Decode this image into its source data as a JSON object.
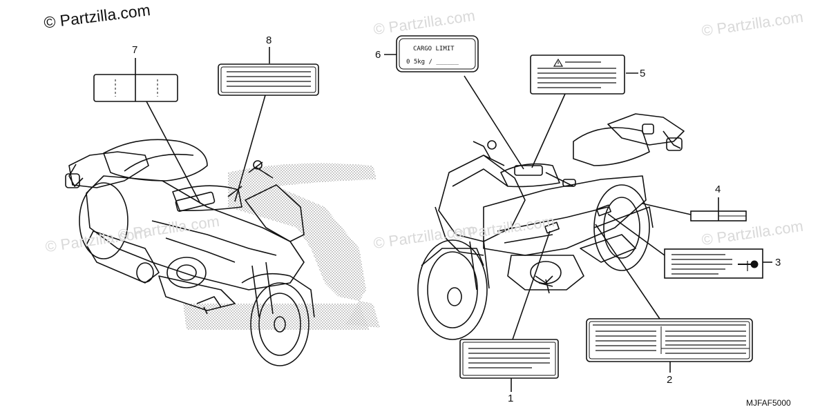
{
  "copyright": "© Partzilla.com",
  "watermarks": [
    "© Partzilla.com",
    "© Partzilla.com",
    "© Partzilla.com",
    "© Partzilla.com",
    "© Partzilla.com",
    "© Partzilla.com",
    "© Partzilla.com"
  ],
  "callouts": {
    "n1": "1",
    "n2": "2",
    "n3": "3",
    "n4": "4",
    "n5": "5",
    "n6": "6",
    "n7": "7",
    "n8": "8"
  },
  "cargo_label": {
    "title": "CARGO LIMIT",
    "value": "0 5kg  /  ______"
  },
  "diagram_code": "MJFAF5000",
  "icons": {
    "warning": "warning-triangle-icon",
    "key": "key-icon"
  },
  "colors": {
    "line": "#111111",
    "watermark": "#d9d9d9",
    "stipple": "#8a8a8a"
  }
}
